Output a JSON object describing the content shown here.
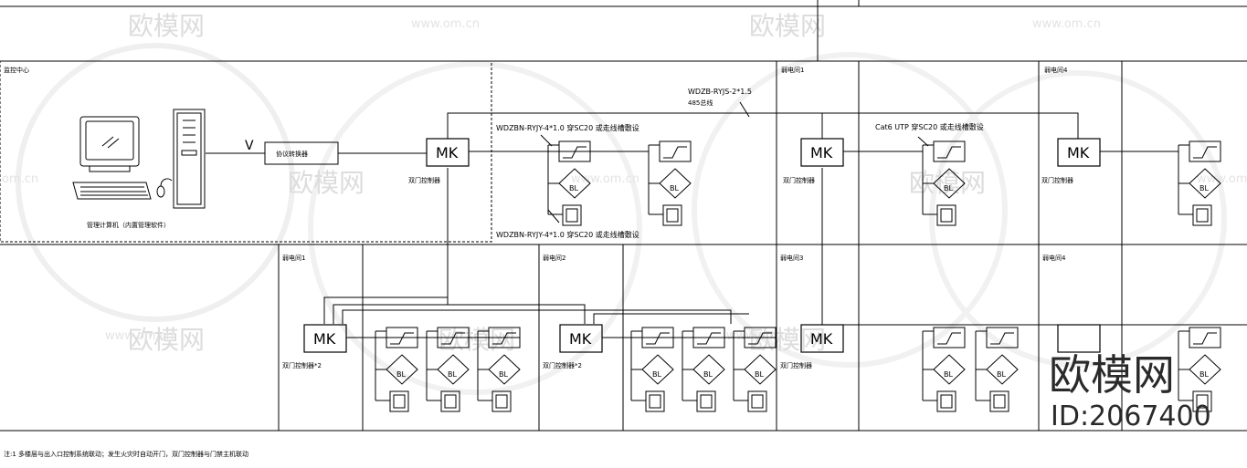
{
  "watermark": {
    "site_cn": "欧模网",
    "site_url": "www.om.cn",
    "site_partial": "om.cn"
  },
  "brand": {
    "name": "欧模网",
    "id": "ID:2067400"
  },
  "rooms": {
    "control_room": "监控中心",
    "room1_top": "弱电间1",
    "room4_top": "弱电间4",
    "room1": "弱电间1",
    "room2": "弱电间2",
    "room3": "弱电间3",
    "room4": "弱电间4"
  },
  "labels": {
    "computer": "管理计算机（内置管理软件）",
    "converter": "协议转换器",
    "v": "V",
    "mk": "MK",
    "door_ctrl": "双门控制器",
    "door_ctrl_x2": "双门控制器*2",
    "bl": "BL",
    "cable_main": "WDZB-RYJS-2*1.5",
    "cable_main2": "485总线",
    "cable_a": "WDZBN-RYJY-4*1.0  穿SC20  或走线槽敷设",
    "cable_b": "WDZBN-RYJY-4*1.0  穿SC20  或走线槽敷设",
    "cable_cat6": "Cat6 UTP  穿SC20 或走线槽敷设",
    "note": "注:1 多楼层与出入口控制系统联动；发生火灾时自动开门，双门控制器与门禁主机联动"
  }
}
